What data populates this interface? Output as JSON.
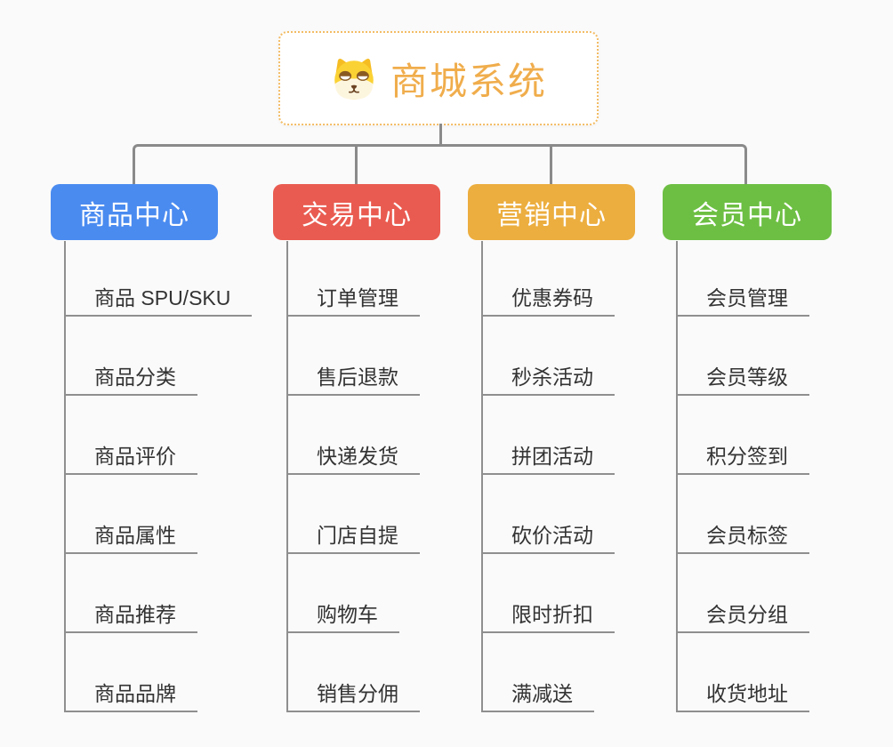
{
  "page": {
    "background": "#fafafa",
    "connector_color": "#8a8a8a"
  },
  "root": {
    "title": "商城系统",
    "icon": "dog-face-icon",
    "text_color": "#f0ad4c",
    "border_color": "#f3bc64"
  },
  "branches": [
    {
      "id": "product-center",
      "label": "商品中心",
      "color": "#4a8bf0",
      "children": [
        "商品 SPU/SKU",
        "商品分类",
        "商品评价",
        "商品属性",
        "商品推荐",
        "商品品牌"
      ]
    },
    {
      "id": "trade-center",
      "label": "交易中心",
      "color": "#e95b50",
      "children": [
        "订单管理",
        "售后退款",
        "快递发货",
        "门店自提",
        "购物车",
        "销售分佣"
      ]
    },
    {
      "id": "marketing-center",
      "label": "营销中心",
      "color": "#ecae3f",
      "children": [
        "优惠券码",
        "秒杀活动",
        "拼团活动",
        "砍价活动",
        "限时折扣",
        "满减送"
      ]
    },
    {
      "id": "member-center",
      "label": "会员中心",
      "color": "#6dbf43",
      "children": [
        "会员管理",
        "会员等级",
        "积分签到",
        "会员标签",
        "会员分组",
        "收货地址"
      ]
    }
  ]
}
